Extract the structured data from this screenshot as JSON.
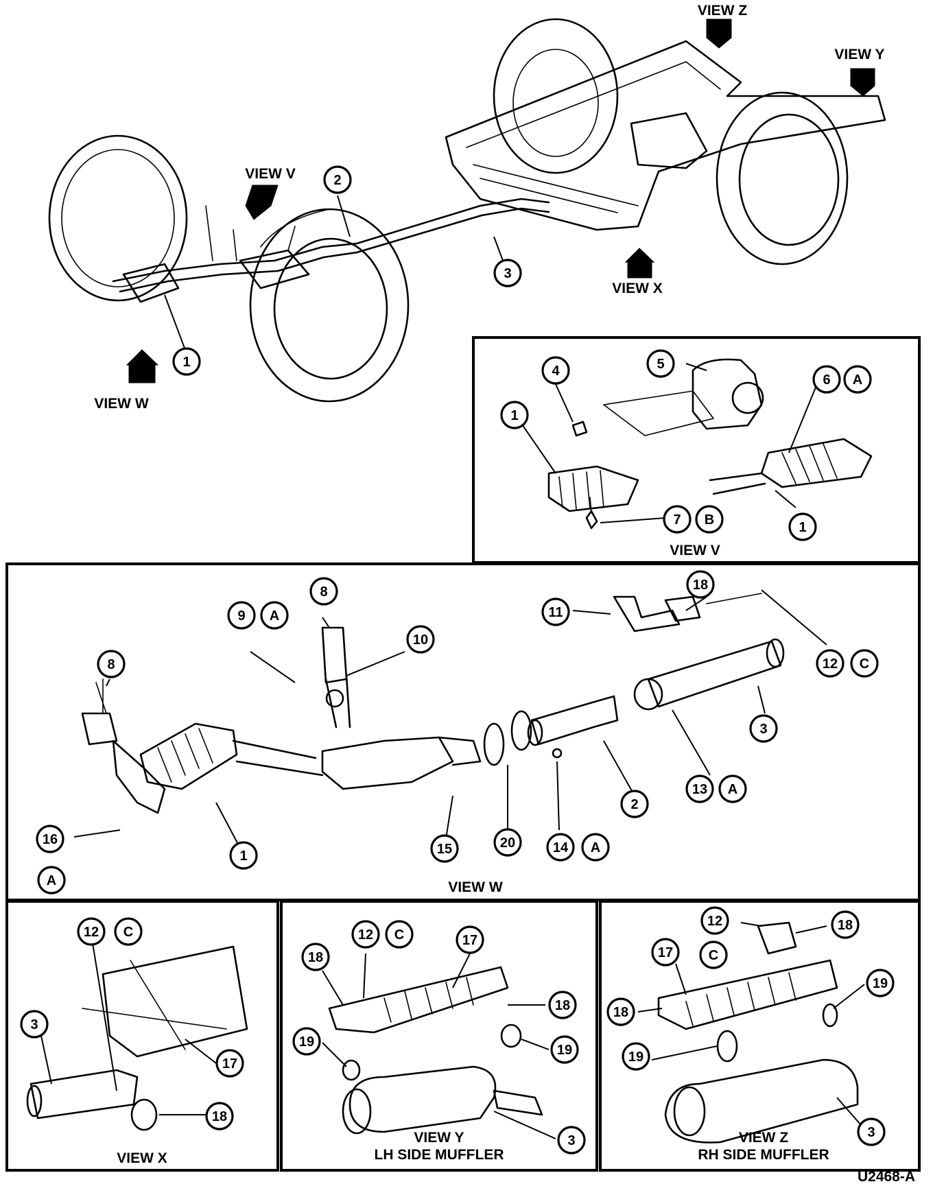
{
  "figure_id": "U2468-A",
  "views": {
    "v": "VIEW V",
    "w": "VIEW W",
    "x": "VIEW X",
    "y": "VIEW Y",
    "z": "VIEW Z"
  },
  "subtitles": {
    "y": "LH SIDE MUFFLER",
    "z": "RH SIDE MUFFLER"
  },
  "callouts": {
    "n1": "1",
    "n2": "2",
    "n3": "3",
    "n4": "4",
    "n5": "5",
    "n6": "6",
    "n7": "7",
    "n8": "8",
    "n9": "9",
    "n10": "10",
    "n11": "11",
    "n12": "12",
    "n13": "13",
    "n14": "14",
    "n15": "15",
    "n16": "16",
    "n17": "17",
    "n18": "18",
    "n19": "19",
    "n20": "20",
    "a": "A",
    "b": "B",
    "c": "C"
  }
}
